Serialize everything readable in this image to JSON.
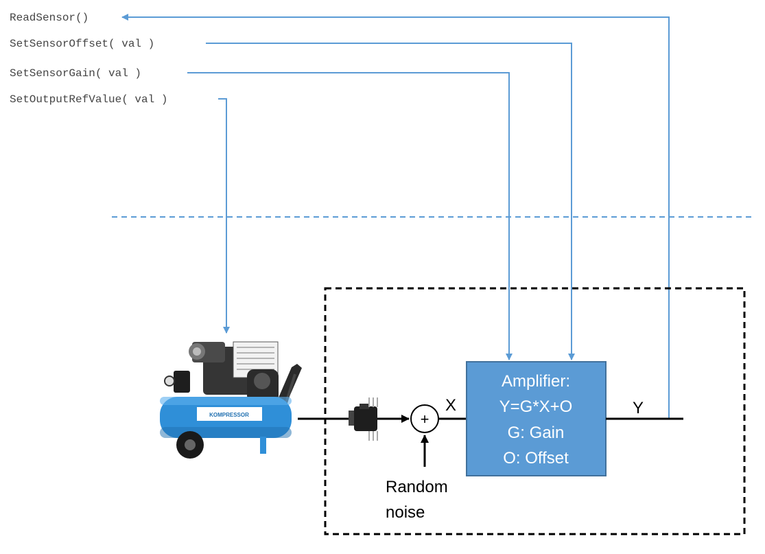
{
  "api_calls": [
    {
      "text": "ReadSensor()"
    },
    {
      "text": "SetSensorOffset( val )"
    },
    {
      "text": "SetSensorGain( val )"
    },
    {
      "text": "SetOutputRefValue( val )"
    }
  ],
  "amplifier": {
    "lines": [
      "Amplifier:",
      "Y=G*X+O",
      "G: Gain",
      "O: Offset"
    ]
  },
  "signals": {
    "x": "X",
    "y": "Y",
    "sum": "+",
    "noise_lines": [
      "Random",
      "noise"
    ]
  },
  "compressor_brand": "KOMPRESSOR",
  "colors": {
    "arrow": "#5b9bd5",
    "amp_fill": "#5b9bd5",
    "amp_border": "#41719c",
    "tank": "#2f8fd8"
  }
}
